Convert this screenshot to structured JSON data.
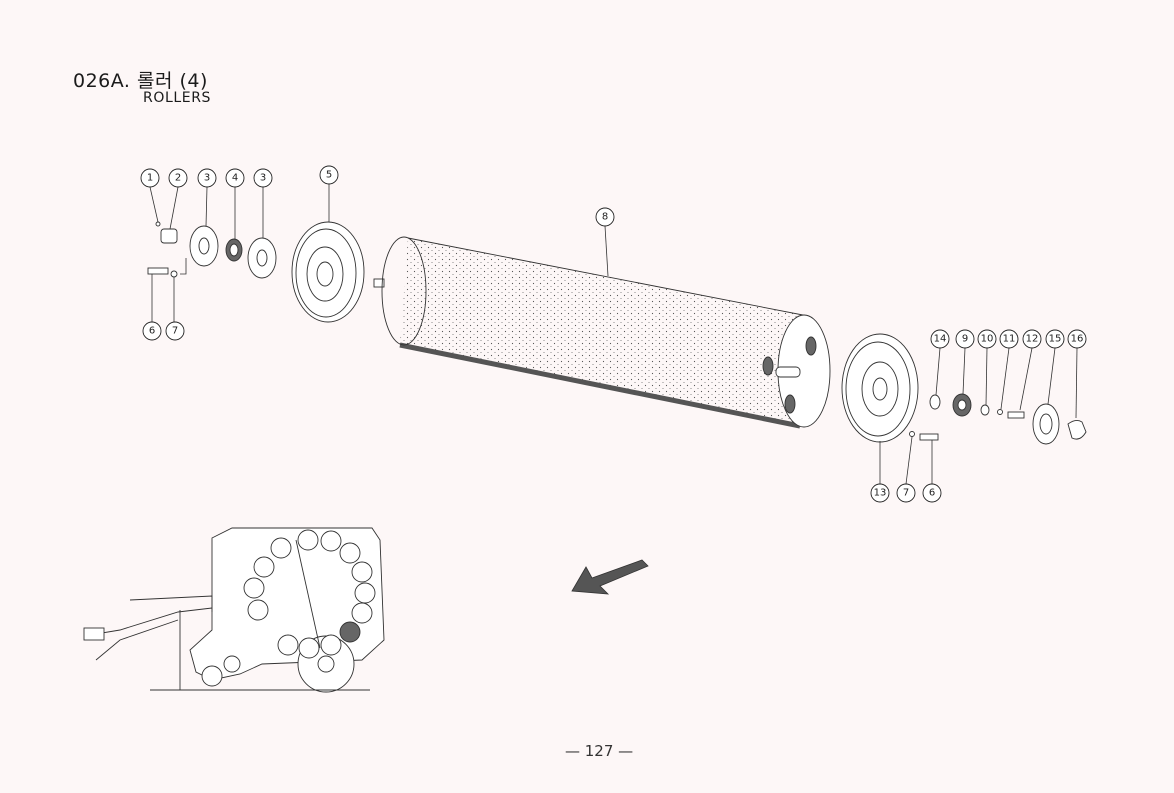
{
  "header": {
    "code": "026A.",
    "title_ko": "롤러 (4)",
    "title_en": "ROLLERS"
  },
  "callouts": [
    {
      "num": "1"
    },
    {
      "num": "2"
    },
    {
      "num": "3"
    },
    {
      "num": "4"
    },
    {
      "num": "3"
    },
    {
      "num": "5"
    },
    {
      "num": "6"
    },
    {
      "num": "7"
    },
    {
      "num": "8"
    },
    {
      "num": "14"
    },
    {
      "num": "9"
    },
    {
      "num": "10"
    },
    {
      "num": "11"
    },
    {
      "num": "12"
    },
    {
      "num": "15"
    },
    {
      "num": "16"
    },
    {
      "num": "13"
    },
    {
      "num": "7"
    },
    {
      "num": "6"
    }
  ],
  "footer": {
    "page_number": "— 127 —"
  }
}
